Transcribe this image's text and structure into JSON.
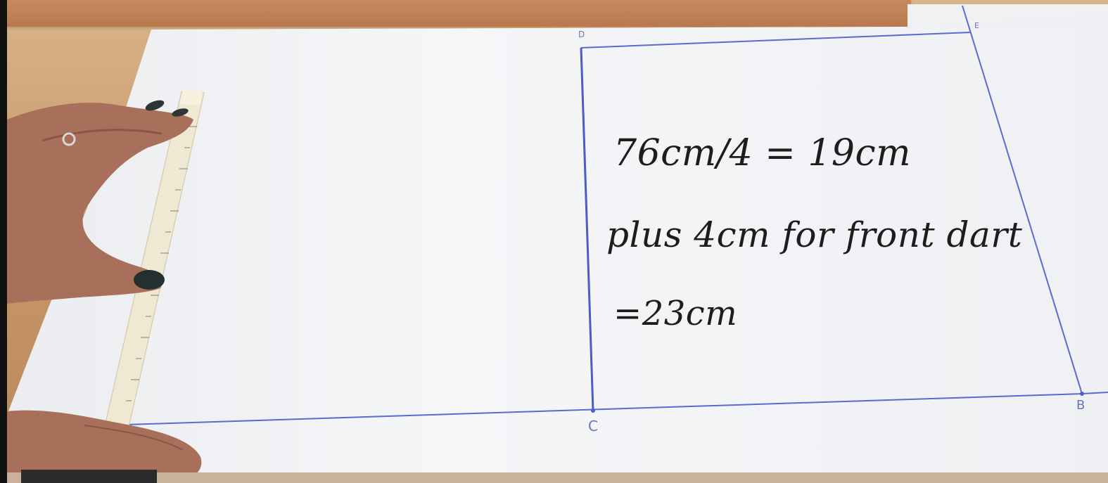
{
  "board": {
    "lines": [
      "76cm/4 = 19cm",
      "plus 4cm for front dart",
      "=23cm"
    ]
  },
  "points": {
    "d": "D",
    "e": "E",
    "c": "C",
    "b": "B"
  },
  "colors": {
    "paper": "#f4f5f7",
    "table": "#c8996a",
    "pen_line": "#5a6ad0",
    "ink": "#1d1d1d",
    "skin": "#a8705a",
    "nail": "#243030",
    "ruler": "#eee6cf"
  }
}
